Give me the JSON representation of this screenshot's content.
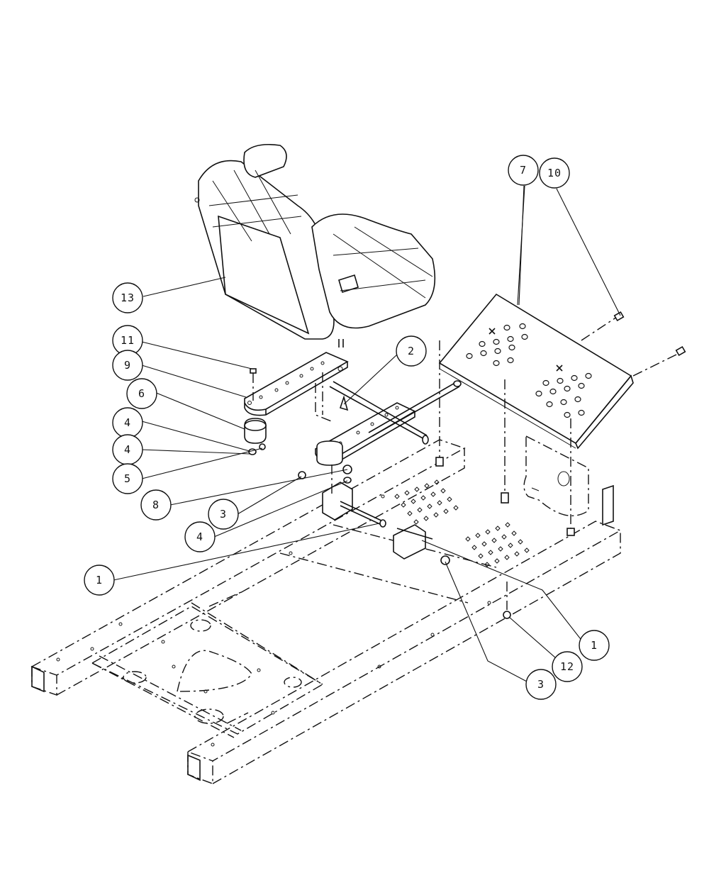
{
  "diagram": {
    "colors": {
      "line": "#111111",
      "background": "#ffffff"
    },
    "callouts": [
      {
        "id": "c7",
        "label": "7"
      },
      {
        "id": "c10",
        "label": "10"
      },
      {
        "id": "c13",
        "label": "13"
      },
      {
        "id": "c2",
        "label": "2"
      },
      {
        "id": "c11",
        "label": "11"
      },
      {
        "id": "c9",
        "label": "9"
      },
      {
        "id": "c6",
        "label": "6"
      },
      {
        "id": "c4a",
        "label": "4"
      },
      {
        "id": "c4b",
        "label": "4"
      },
      {
        "id": "c5",
        "label": "5"
      },
      {
        "id": "c8",
        "label": "8"
      },
      {
        "id": "c3a",
        "label": "3"
      },
      {
        "id": "c4c",
        "label": "4"
      },
      {
        "id": "c1a",
        "label": "1"
      },
      {
        "id": "c1b",
        "label": "1"
      },
      {
        "id": "c12",
        "label": "12"
      },
      {
        "id": "c3b",
        "label": "3"
      }
    ]
  }
}
